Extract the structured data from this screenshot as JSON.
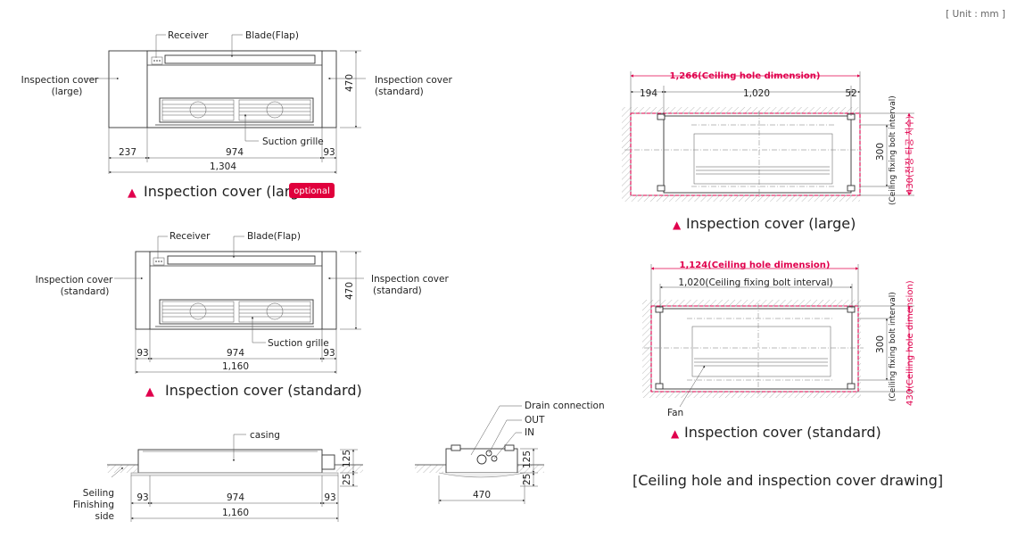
{
  "unit_label": "[ Unit : mm ]",
  "colors": {
    "accent": "#e0004d",
    "badge_bg": "#e0003c",
    "line": "#333333"
  },
  "large_view": {
    "receiver": "Receiver",
    "blade": "Blade(Flap)",
    "cover_left": [
      "Inspection cover",
      "(large)"
    ],
    "cover_right": [
      "Inspection cover",
      "(standard)"
    ],
    "height": "470",
    "suction": "Suction grille",
    "dims": [
      "237",
      "974",
      "93"
    ],
    "total": "1,304",
    "caption_marker": "▲",
    "caption": "Inspection cover (large)",
    "badge": "optional"
  },
  "standard_view": {
    "receiver": "Receiver",
    "blade": "Blade(Flap)",
    "cover_left": [
      "Inspection cover",
      "(standard)"
    ],
    "cover_right": [
      "Inspection cover",
      "(standard)"
    ],
    "height": "470",
    "suction": "Suction grille",
    "dims": [
      "93",
      "974",
      "93"
    ],
    "total": "1,160",
    "caption_marker": "▲",
    "caption": "Inspection cover (standard)"
  },
  "side_view": {
    "casing": "casing",
    "ceiling": [
      "Seiling",
      "Finishing",
      "side"
    ],
    "dims": [
      "93",
      "974",
      "93"
    ],
    "total": "1,160",
    "h_top": "125",
    "h_bottom": "25"
  },
  "end_view": {
    "drain": "Drain connection",
    "out": "OUT",
    "in": "IN",
    "width": "470",
    "h_top": "125",
    "h_bottom": "25"
  },
  "top_large": {
    "hole": "1,266(Ceiling hole dimension)",
    "dims": [
      "194",
      "1,020",
      "52"
    ],
    "bolt_v": "300",
    "bolt_label": "(Ceiling fixing bolt interval)",
    "hole_v": "430(천장 타공 치수)",
    "caption_marker": "▲",
    "caption": "Inspection cover (large)"
  },
  "top_standard": {
    "hole": "1,124(Ceiling hole dimension)",
    "bolt_h": "1,020(Ceiling fixing bolt interval)",
    "bolt_v": "300",
    "bolt_label": "(Ceiling fixing bolt interval)",
    "hole_v": "430(Ceiling hole dimension)",
    "fan": "Fan",
    "caption_marker": "▲",
    "caption": "Inspection cover (standard)"
  },
  "footer_caption": "[Ceiling hole and inspection cover drawing]"
}
